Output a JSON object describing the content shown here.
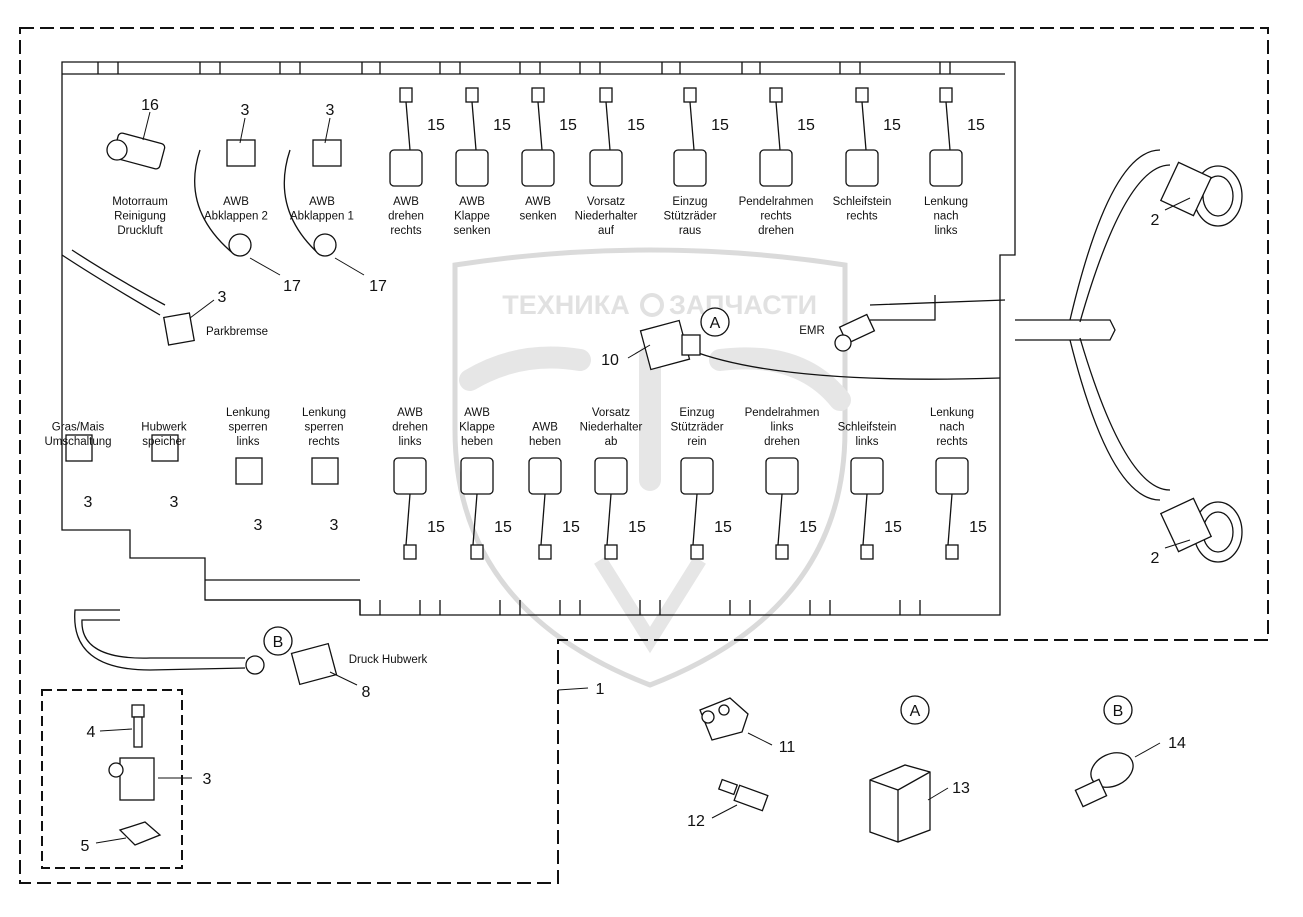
{
  "watermark": {
    "brand": "ТЕХНИКА",
    "brand2": "ЗАПЧАСТИ"
  },
  "top_labels": [
    {
      "lines": [
        "Motorraum",
        "Reinigung",
        "Druckluft"
      ]
    },
    {
      "lines": [
        "AWB",
        "Abklappen 2"
      ]
    },
    {
      "lines": [
        "AWB",
        "Abklappen 1"
      ]
    },
    {
      "lines": [
        "AWB",
        "drehen",
        "rechts"
      ]
    },
    {
      "lines": [
        "AWB",
        "Klappe",
        "senken"
      ]
    },
    {
      "lines": [
        "AWB",
        "senken"
      ]
    },
    {
      "lines": [
        "Vorsatz",
        "Niederhalter",
        "auf"
      ]
    },
    {
      "lines": [
        "Einzug",
        "Stützräder",
        "raus"
      ]
    },
    {
      "lines": [
        "Pendelrahmen",
        "rechts",
        "drehen"
      ]
    },
    {
      "lines": [
        "Schleifstein",
        "rechts"
      ]
    },
    {
      "lines": [
        "Lenkung",
        "nach",
        "links"
      ]
    }
  ],
  "bottom_labels": [
    {
      "lines": [
        "Gras/Mais",
        "Umschaltung"
      ]
    },
    {
      "lines": [
        "Hubwerk",
        "speicher"
      ]
    },
    {
      "lines": [
        "Lenkung",
        "sperren",
        "links"
      ]
    },
    {
      "lines": [
        "Lenkung",
        "sperren",
        "rechts"
      ]
    },
    {
      "lines": [
        "AWB",
        "drehen",
        "links"
      ]
    },
    {
      "lines": [
        "AWB",
        "Klappe",
        "heben"
      ]
    },
    {
      "lines": [
        "AWB",
        "heben"
      ]
    },
    {
      "lines": [
        "Vorsatz",
        "Niederhalter",
        "ab"
      ]
    },
    {
      "lines": [
        "Einzug",
        "Stützräder",
        "rein"
      ]
    },
    {
      "lines": [
        "Pendelrahmen",
        "links",
        "drehen"
      ]
    },
    {
      "lines": [
        "Schleifstein",
        "links"
      ]
    },
    {
      "lines": [
        "Lenkung",
        "nach",
        "rechts"
      ]
    }
  ],
  "labels": {
    "parkbremse": "Parkbremse",
    "emr": "EMR",
    "druck_hubwerk": "Druck Hubwerk"
  },
  "callouts": {
    "c16": "16",
    "c3_awb2": "3",
    "c3_awb1": "3",
    "c17a": "17",
    "c17b": "17",
    "c3_park": "3",
    "c15": "15",
    "c2": "2",
    "c10": "10",
    "c3": "3",
    "c8": "8",
    "c1": "1",
    "c4": "4",
    "c5": "5",
    "c11": "11",
    "c12": "12",
    "c13": "13",
    "c14": "14"
  },
  "view_markers": {
    "a": "A",
    "b": "B"
  }
}
